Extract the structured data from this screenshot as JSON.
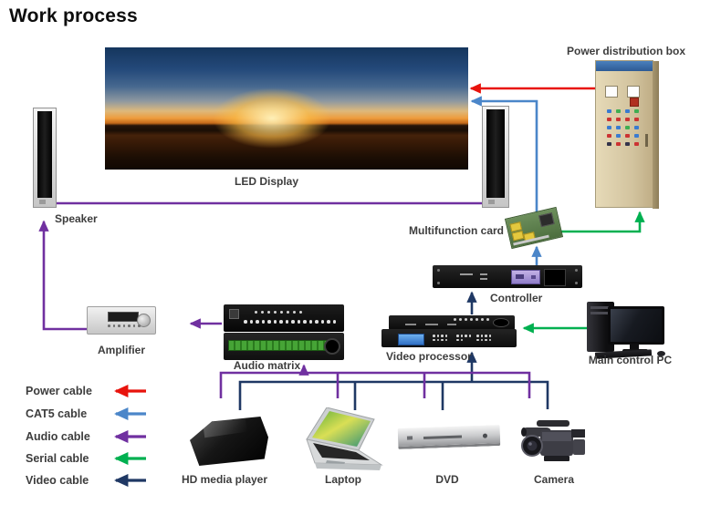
{
  "title": "Work process",
  "colors": {
    "power": "#e8130c",
    "cat5": "#4b86c9",
    "audio": "#7030a0",
    "serial": "#00b050",
    "video": "#1f3864"
  },
  "legend": {
    "items": [
      {
        "label": "Power cable",
        "cable": "power"
      },
      {
        "label": "CAT5 cable",
        "cable": "cat5"
      },
      {
        "label": "Audio cable",
        "cable": "audio"
      },
      {
        "label": "Serial cable",
        "cable": "serial"
      },
      {
        "label": "Video cable",
        "cable": "video"
      }
    ]
  },
  "nodes": {
    "led_display": {
      "label": "LED Display"
    },
    "speaker": {
      "label": "Speaker"
    },
    "power_box": {
      "label": "Power distribution box"
    },
    "multifunction_card": {
      "label": "Multifunction card"
    },
    "controller": {
      "label": "Controller"
    },
    "video_processor": {
      "label": "Video processor"
    },
    "main_pc": {
      "label": "Main control PC"
    },
    "amplifier": {
      "label": "Amplifier"
    },
    "audio_matrix": {
      "label": "Audio matrix"
    },
    "hd_media_player": {
      "label": "HD media player"
    },
    "laptop": {
      "label": "Laptop"
    },
    "dvd": {
      "label": "DVD"
    },
    "camera": {
      "label": "Camera"
    }
  }
}
